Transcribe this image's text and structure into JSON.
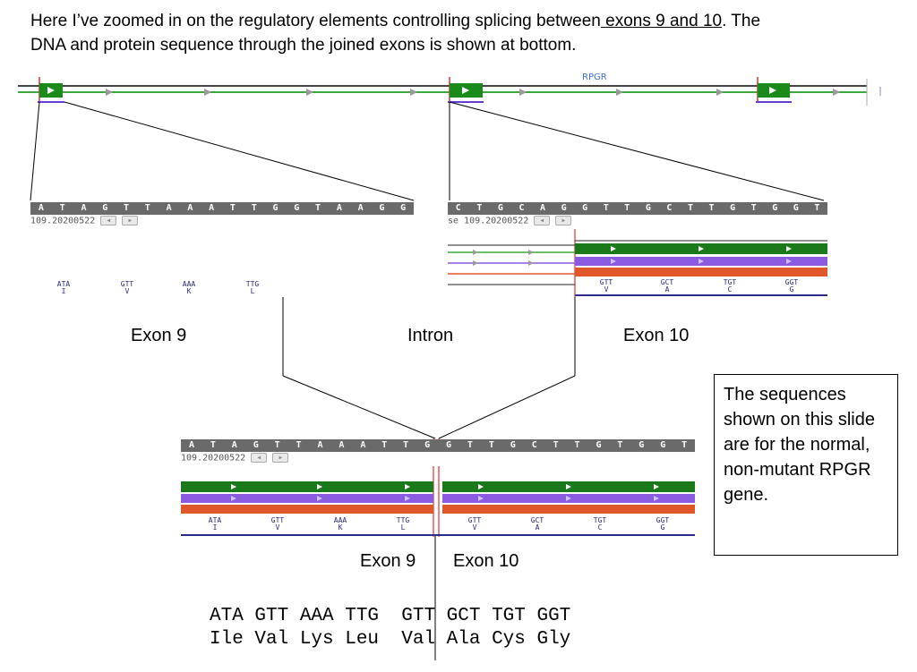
{
  "intro": {
    "line1a": "Here I’ve zoomed in on the regulatory elements controlling splicing between",
    "link": " exons 9 and 10",
    "line1b": ". The",
    "line2": "DNA and protein sequence through the joined exons is shown at bottom."
  },
  "gene_label": "RPGR",
  "panels": {
    "exon9": {
      "bases": [
        "A",
        "T",
        "A",
        "G",
        "T",
        "T",
        "A",
        "A",
        "A",
        "T",
        "T",
        "G",
        "G",
        "T",
        "A",
        "A",
        "G",
        "G"
      ],
      "version": "109.20200522",
      "codons": [
        {
          "c": "ATA",
          "aa": "I"
        },
        {
          "c": "GTT",
          "aa": "V"
        },
        {
          "c": "AAA",
          "aa": "K"
        },
        {
          "c": "TTG",
          "aa": "L"
        }
      ]
    },
    "exon10": {
      "bases": [
        "C",
        "T",
        "G",
        "C",
        "A",
        "G",
        "G",
        "T",
        "T",
        "G",
        "C",
        "T",
        "T",
        "G",
        "T",
        "G",
        "G",
        "T"
      ],
      "version": "se 109.20200522",
      "codons": [
        {
          "c": "GTT",
          "aa": "V"
        },
        {
          "c": "GCT",
          "aa": "A"
        },
        {
          "c": "TGT",
          "aa": "C"
        },
        {
          "c": "GGT",
          "aa": "G"
        }
      ]
    },
    "joined": {
      "bases": [
        "A",
        "T",
        "A",
        "G",
        "T",
        "T",
        "A",
        "A",
        "A",
        "T",
        "T",
        "G",
        "G",
        "T",
        "T",
        "G",
        "C",
        "T",
        "T",
        "G",
        "T",
        "G",
        "G",
        "T"
      ],
      "version": "109.20200522",
      "codons": [
        {
          "c": "ATA",
          "aa": "I"
        },
        {
          "c": "GTT",
          "aa": "V"
        },
        {
          "c": "AAA",
          "aa": "K"
        },
        {
          "c": "TTG",
          "aa": "L"
        },
        {
          "c": "GTT",
          "aa": "V"
        },
        {
          "c": "GCT",
          "aa": "A"
        },
        {
          "c": "TGT",
          "aa": "C"
        },
        {
          "c": "GGT",
          "aa": "G"
        }
      ]
    }
  },
  "labels": {
    "exon9": "Exon 9",
    "intron": "Intron",
    "exon10": "Exon 10",
    "joined_exon9": "Exon 9",
    "joined_exon10": "Exon 10"
  },
  "note": "The sequences shown on this slide are for the normal, non-mutant RPGR gene.",
  "sequence": {
    "dna": "ATA GTT AAA TTG",
    "dna2": "GTT GCT TGT GGT",
    "protein": "Ile Val Lys Leu",
    "protein2": "Val Ala Cys Gly"
  },
  "colors": {
    "green": "#1a7a1a",
    "purple": "#8a5ae0",
    "orange": "#e0582a",
    "red": "#e03030",
    "navy": "#2b2b8c"
  }
}
